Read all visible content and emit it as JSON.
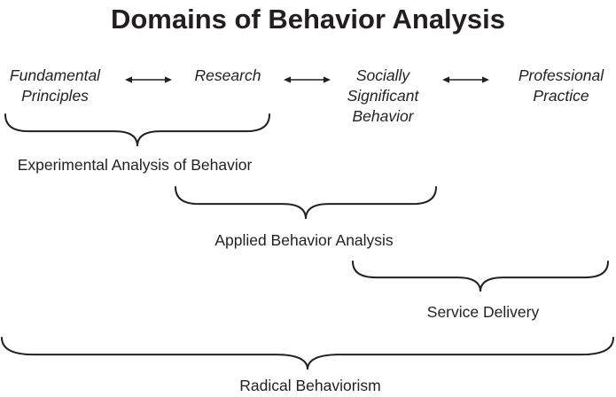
{
  "title": "Domains of Behavior Analysis",
  "colors": {
    "ink": "#231f20",
    "background": "#ffffff"
  },
  "domains": [
    {
      "label": "Fundamental\nPrinciples"
    },
    {
      "label": "Research"
    },
    {
      "label": "Socially\nSignificant\nBehavior"
    },
    {
      "label": "Professional\nPractice"
    }
  ],
  "arrows": [
    {
      "type": "double-headed",
      "between": [
        "Fundamental Principles",
        "Research"
      ]
    },
    {
      "type": "double-headed",
      "between": [
        "Research",
        "Socially Significant Behavior"
      ]
    },
    {
      "type": "double-headed",
      "between": [
        "Socially Significant Behavior",
        "Professional Practice"
      ]
    }
  ],
  "braces": [
    {
      "label": "Experimental Analysis of Behavior",
      "spans": [
        "Fundamental Principles",
        "Research"
      ]
    },
    {
      "label": "Applied Behavior Analysis",
      "spans": [
        "Research",
        "Socially Significant Behavior"
      ]
    },
    {
      "label": "Service Delivery",
      "spans": [
        "Socially Significant Behavior",
        "Professional Practice"
      ]
    },
    {
      "label": "Radical Behaviorism",
      "spans": [
        "Fundamental Principles",
        "Research",
        "Socially Significant Behavior",
        "Professional Practice"
      ]
    }
  ]
}
